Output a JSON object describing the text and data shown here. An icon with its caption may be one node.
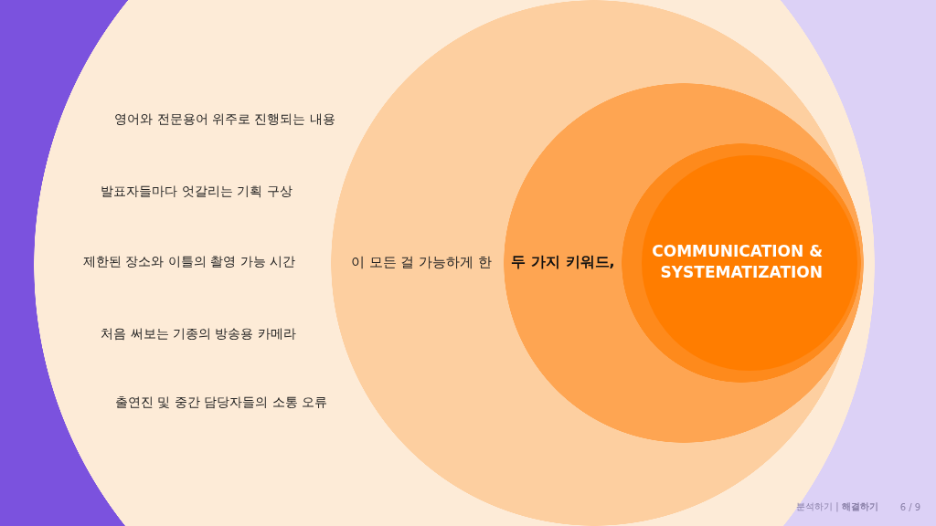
{
  "diagram": {
    "nodes": [
      {
        "text": [
          "영어와 전문용어 위주로 진행되는 내용",
          "발표자들마다 엇갈리는 기획 구상",
          "제한된 장소와 이틀의 촬영 가능 시간",
          "처음 써보는 기종의 방송용 카메라",
          "출연진 및 중간 담당자들의 소통 오류"
        ]
      },
      {
        "text": [
          "이 모든 걸 가능하게 한"
        ],
        "in": 0
      },
      {
        "text": [
          "두 가지 키워드,"
        ],
        "in": 1
      },
      {
        "text": [
          "COMMUNICATION & SYSTEMATIZATION"
        ],
        "in": 2
      }
    ],
    "labels": [
      "분석하기 | **해결하기**",
      "6 / 9"
    ]
  }
}
